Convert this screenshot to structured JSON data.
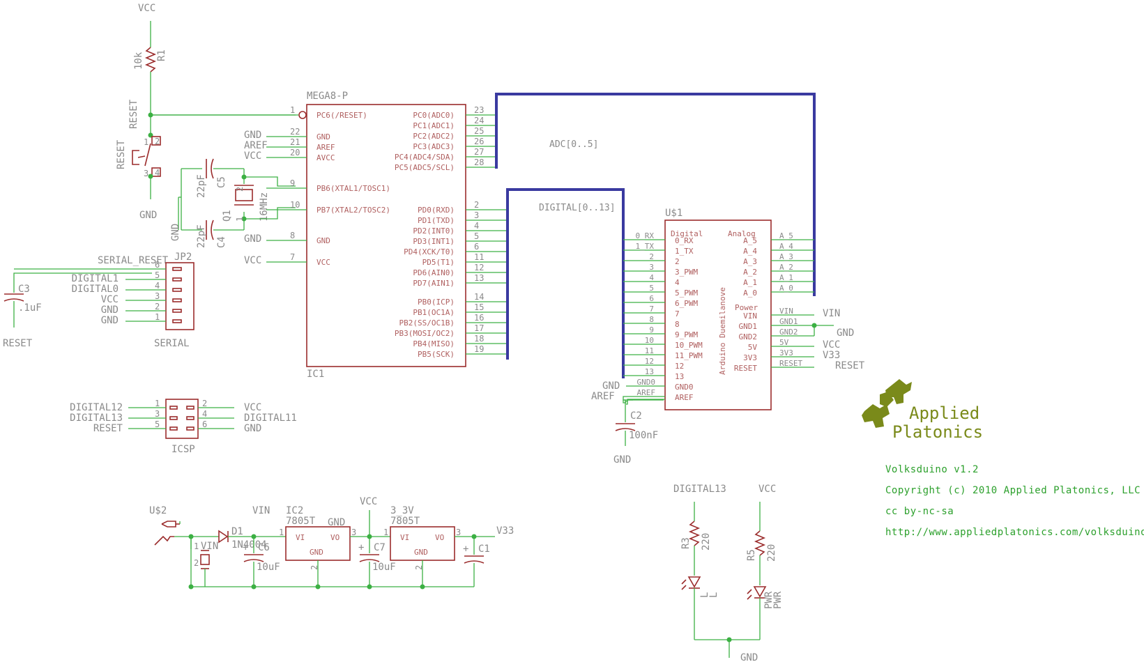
{
  "ic1": {
    "type": "MEGA8-P",
    "name": "IC1",
    "left_pins": [
      {
        "num": "1",
        "label": "PC6(/RESET)",
        "net": ""
      },
      {
        "num": "22",
        "label": "GND",
        "net": "GND"
      },
      {
        "num": "21",
        "label": "AREF",
        "net": "AREF"
      },
      {
        "num": "20",
        "label": "AVCC",
        "net": "VCC"
      },
      {
        "num": "9",
        "label": "PB6(XTAL1/TOSC1)",
        "net": ""
      },
      {
        "num": "10",
        "label": "PB7(XTAL2/TOSC2)",
        "net": ""
      },
      {
        "num": "8",
        "label": "GND",
        "net": "GND"
      },
      {
        "num": "7",
        "label": "VCC",
        "net": "VCC"
      }
    ],
    "right_pins_adc": [
      {
        "num": "23",
        "label": "PC0(ADC0)"
      },
      {
        "num": "24",
        "label": "PC1(ADC1)"
      },
      {
        "num": "25",
        "label": "PC2(ADC2)"
      },
      {
        "num": "26",
        "label": "PC3(ADC3)"
      },
      {
        "num": "27",
        "label": "PC4(ADC4/SDA)"
      },
      {
        "num": "28",
        "label": "PC5(ADC5/SCL)"
      }
    ],
    "right_pins_pd": [
      {
        "num": "2",
        "label": "PD0(RXD)"
      },
      {
        "num": "3",
        "label": "PD1(TXD)"
      },
      {
        "num": "4",
        "label": "PD2(INT0)"
      },
      {
        "num": "5",
        "label": "PD3(INT1)"
      },
      {
        "num": "6",
        "label": "PD4(XCK/T0)"
      },
      {
        "num": "11",
        "label": "PD5(T1)"
      },
      {
        "num": "12",
        "label": "PD6(AIN0)"
      },
      {
        "num": "13",
        "label": "PD7(AIN1)"
      }
    ],
    "right_pins_pb": [
      {
        "num": "14",
        "label": "PB0(ICP)"
      },
      {
        "num": "15",
        "label": "PB1(OC1A)"
      },
      {
        "num": "16",
        "label": "PB2(SS/OC1B)"
      },
      {
        "num": "17",
        "label": "PB3(MOSI/OC2)"
      },
      {
        "num": "18",
        "label": "PB4(MISO)"
      },
      {
        "num": "19",
        "label": "PB5(SCK)"
      }
    ]
  },
  "buses": {
    "adc": "ADC[0..5]",
    "digital": "DIGITAL[0..13]"
  },
  "reset_circuit": {
    "vcc": "VCC",
    "r1_name": "R1",
    "r1_value": "10k",
    "net_reset": "RESET",
    "switch_label": "RESET",
    "switch_pins": [
      "1",
      "2",
      "3",
      "4"
    ],
    "gnd": "GND"
  },
  "crystal": {
    "c5": "C5",
    "c5_value": "22pF",
    "c4": "C4",
    "c4_value": "22pF",
    "q1": "Q1",
    "q1_value": "16MHz",
    "pins": [
      "1",
      "2"
    ],
    "gnd": "GND"
  },
  "serial": {
    "name": "JP2",
    "footer": "SERIAL",
    "reset_net": "SERIAL_RESET",
    "pins": [
      {
        "num": "6",
        "net": ""
      },
      {
        "num": "5",
        "net": "DIGITAL1"
      },
      {
        "num": "4",
        "net": "DIGITAL0"
      },
      {
        "num": "3",
        "net": "VCC"
      },
      {
        "num": "2",
        "net": "GND"
      },
      {
        "num": "1",
        "net": "GND"
      }
    ],
    "c3": "C3",
    "c3_value": ".1uF",
    "reset_label": "RESET"
  },
  "icsp": {
    "name": "ICSP",
    "left": [
      {
        "net": "DIGITAL12",
        "num": "1"
      },
      {
        "net": "DIGITAL13",
        "num": "3"
      },
      {
        "net": "RESET",
        "num": "5"
      }
    ],
    "right": [
      {
        "num": "2",
        "net": "VCC"
      },
      {
        "num": "4",
        "net": "DIGITAL11"
      },
      {
        "num": "6",
        "net": "GND"
      }
    ]
  },
  "u1": {
    "name": "U$1",
    "body_label": "Arduino Duemilanove",
    "digital_header": "Digital",
    "analog_header": "Analog",
    "power_header": "Power",
    "left_pins": [
      {
        "net": "0_RX",
        "label": "0_RX"
      },
      {
        "net": "1_TX",
        "label": "1_TX"
      },
      {
        "net": "2",
        "label": "2"
      },
      {
        "net": "3",
        "label": "3_PWM"
      },
      {
        "net": "4",
        "label": "4"
      },
      {
        "net": "5",
        "label": "5_PWM"
      },
      {
        "net": "6",
        "label": "6_PWM"
      },
      {
        "net": "7",
        "label": "7"
      },
      {
        "net": "8",
        "label": "8"
      },
      {
        "net": "9",
        "label": "9_PWM"
      },
      {
        "net": "10",
        "label": "10_PWM"
      },
      {
        "net": "11",
        "label": "11_PWM"
      },
      {
        "net": "12",
        "label": "12"
      },
      {
        "net": "13",
        "label": "13"
      },
      {
        "net": "GND0",
        "label": "GND0"
      },
      {
        "net": "AREF",
        "label": "AREF"
      }
    ],
    "analog_pins": [
      {
        "label": "A_5",
        "net": "A_5"
      },
      {
        "label": "A_4",
        "net": "A_4"
      },
      {
        "label": "A_3",
        "net": "A_3"
      },
      {
        "label": "A_2",
        "net": "A_2"
      },
      {
        "label": "A_1",
        "net": "A_1"
      },
      {
        "label": "A_0",
        "net": "A_0"
      }
    ],
    "power_pins": [
      {
        "label": "VIN",
        "net": "VIN",
        "ext": "VIN"
      },
      {
        "label": "GND1",
        "net": "GND1",
        "ext": "GND"
      },
      {
        "label": "GND2",
        "net": "GND2",
        "ext": ""
      },
      {
        "label": "5V",
        "net": "5V",
        "ext": "VCC"
      },
      {
        "label": "3V3",
        "net": "3V3",
        "ext": "V33"
      },
      {
        "label": "RESET",
        "net": "RESET",
        "ext": "RESET"
      }
    ],
    "gnd_ext": "GND",
    "aref_ext": "AREF",
    "c2": "C2",
    "c2_value": "100nF",
    "c2_gnd": "GND"
  },
  "power_supply": {
    "jack": "U$2",
    "jack_pins": [
      "1",
      "2"
    ],
    "vin_label": "VIN",
    "vin_net": "VIN",
    "d1": "D1",
    "d1_value": "1N4004",
    "c6": "C6",
    "c6_value": "10uF",
    "ic2": "IC2",
    "ic2_value": "7805T",
    "ic2_gnd": "GND",
    "vcc_net": "VCC",
    "c7": "C7",
    "c7_value": "10uF",
    "ic3": "3_3V",
    "ic3_value": "7805T",
    "c1": "C1",
    "v33": "V33",
    "reg_vi": "VI",
    "reg_vo": "VO",
    "reg_gnd": "GND",
    "pin1": "1",
    "pin2": "2",
    "pin3": "3"
  },
  "leds": {
    "digital13": "DIGITAL13",
    "vcc": "VCC",
    "r3": "R3",
    "r3_value": "220",
    "r5": "R5",
    "r5_value": "220",
    "led_l": "L",
    "led_l2": "L",
    "led_pwr": "PWR",
    "led_pwr2": "PWR",
    "gnd": "GND"
  },
  "info": {
    "logo_line1": "Applied",
    "logo_line2": "Platonics",
    "line1": "Volksduino v1.2",
    "line2": "Copyright (c) 2010 Applied Platonics, LLC",
    "line3": "cc by-nc-sa",
    "line4": "http://www.appliedplatonics.com/volksduino/"
  },
  "colors": {
    "wire": "#3cb043",
    "part": "#9b2c2c",
    "bus": "#3a3aa0",
    "label": "#8a8a8a",
    "logo": "#7a8a1a"
  }
}
